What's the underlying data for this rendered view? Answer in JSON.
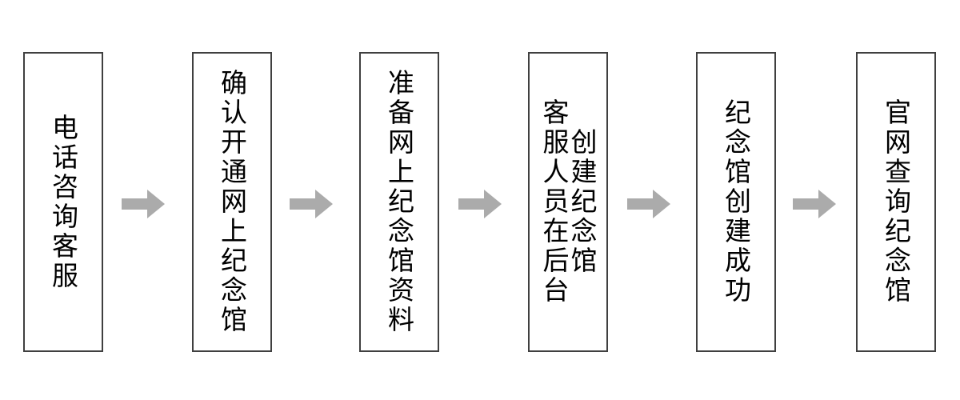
{
  "diagram": {
    "type": "flowchart",
    "orientation": "horizontal-left-to-right",
    "text_direction": "vertical-upright",
    "background_color": "#ffffff",
    "node_border_color": "#404040",
    "node_fill_color": "#ffffff",
    "arrow_color": "#ababab",
    "text_color": "#000000",
    "nodes": [
      {
        "id": "node-1",
        "order": 1,
        "label": "电话咨询客服",
        "columns": [
          "电话咨询客服"
        ],
        "char_count": 6
      },
      {
        "id": "node-2",
        "order": 2,
        "label": "确认开通网上纪念馆",
        "columns": [
          "确认开通网上纪念馆"
        ],
        "char_count": 9
      },
      {
        "id": "node-3",
        "order": 3,
        "label": "准备网上纪念馆资料",
        "columns": [
          "准备网上纪念馆资料"
        ],
        "char_count": 9
      },
      {
        "id": "node-4",
        "order": 4,
        "label": "客服人员在后台创建纪念馆",
        "columns": [
          "客服人员在后台",
          "创建纪念馆"
        ],
        "char_count": 12
      },
      {
        "id": "node-5",
        "order": 5,
        "label": "纪念馆创建成功",
        "columns": [
          "纪念馆创建成功"
        ],
        "char_count": 7
      },
      {
        "id": "node-6",
        "order": 6,
        "label": "官网查询纪念馆",
        "columns": [
          "官网查询纪念馆"
        ],
        "char_count": 7
      }
    ],
    "arrows": [
      {
        "id": "arrow-1",
        "from": "node-1",
        "to": "node-2",
        "glyph": "right-arrow"
      },
      {
        "id": "arrow-2",
        "from": "node-2",
        "to": "node-3",
        "glyph": "right-arrow"
      },
      {
        "id": "arrow-3",
        "from": "node-3",
        "to": "node-4",
        "glyph": "right-arrow"
      },
      {
        "id": "arrow-4",
        "from": "node-4",
        "to": "node-5",
        "glyph": "right-arrow"
      },
      {
        "id": "arrow-5",
        "from": "node-5",
        "to": "node-6",
        "glyph": "right-arrow"
      }
    ]
  }
}
